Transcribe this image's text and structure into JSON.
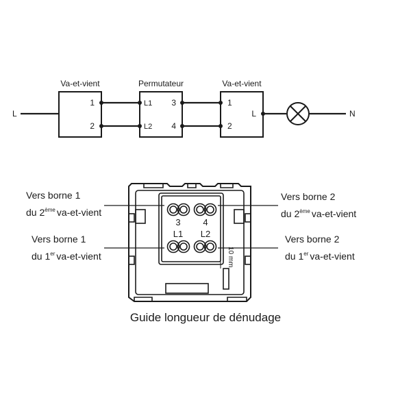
{
  "wiring": {
    "line_label": "L",
    "neutral_label": "N",
    "left_switch": {
      "title": "Va-et-vient",
      "t1": "1",
      "t2": "2"
    },
    "middle_switch": {
      "title": "Permutateur",
      "l1": "L1",
      "l2": "L2",
      "t3": "3",
      "t4": "4"
    },
    "right_switch": {
      "title": "Va-et-vient",
      "t1": "1",
      "t2": "2",
      "tl": "L"
    },
    "lamp_icon": "lamp-icon"
  },
  "device": {
    "label_3": "3",
    "label_4": "4",
    "label_l1": "L1",
    "label_l2": "L2",
    "strip_guide": "10 mm"
  },
  "annotations": {
    "top_left": {
      "line1": "Vers borne 1",
      "du": "du 2",
      "sup": "ème",
      "rest": "va-et-vient"
    },
    "bottom_left": {
      "line1": "Vers borne 1",
      "du": "du 1",
      "sup": "er",
      "rest": "va-et-vient"
    },
    "top_right": {
      "line1": "Vers borne 2",
      "du": "du 2",
      "sup": "ème",
      "rest": "va-et-vient"
    },
    "bottom_right": {
      "line1": "Vers borne 2",
      "du": "du 1",
      "sup": "er",
      "rest": "va-et-vient"
    }
  },
  "caption": "Guide longueur de dénudage"
}
